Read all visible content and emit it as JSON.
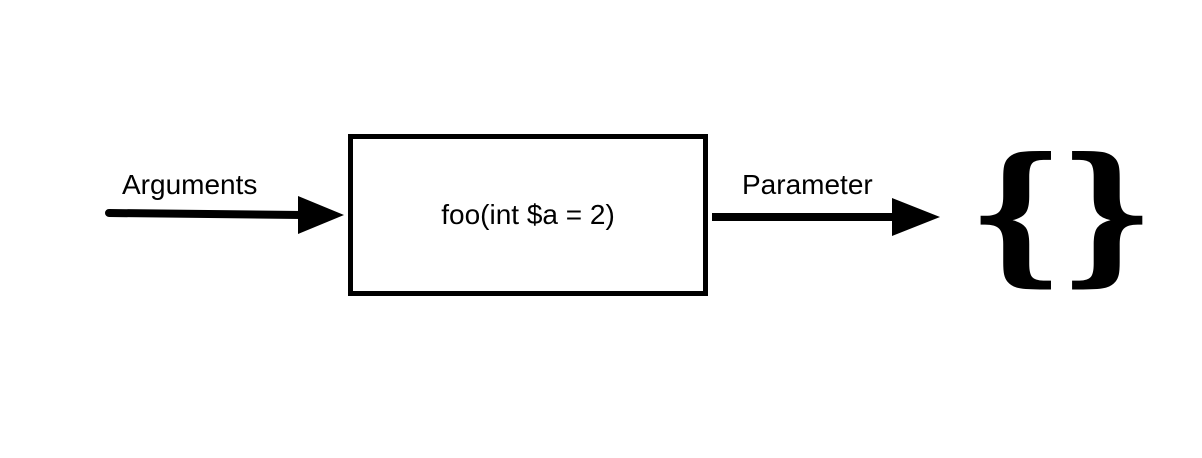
{
  "diagram": {
    "input_label": "Arguments",
    "function_signature": "foo(int $a = 2)",
    "output_label": "Parameter",
    "scope_symbol": "{}"
  },
  "colors": {
    "background": "#ffffff",
    "stroke": "#000000"
  }
}
